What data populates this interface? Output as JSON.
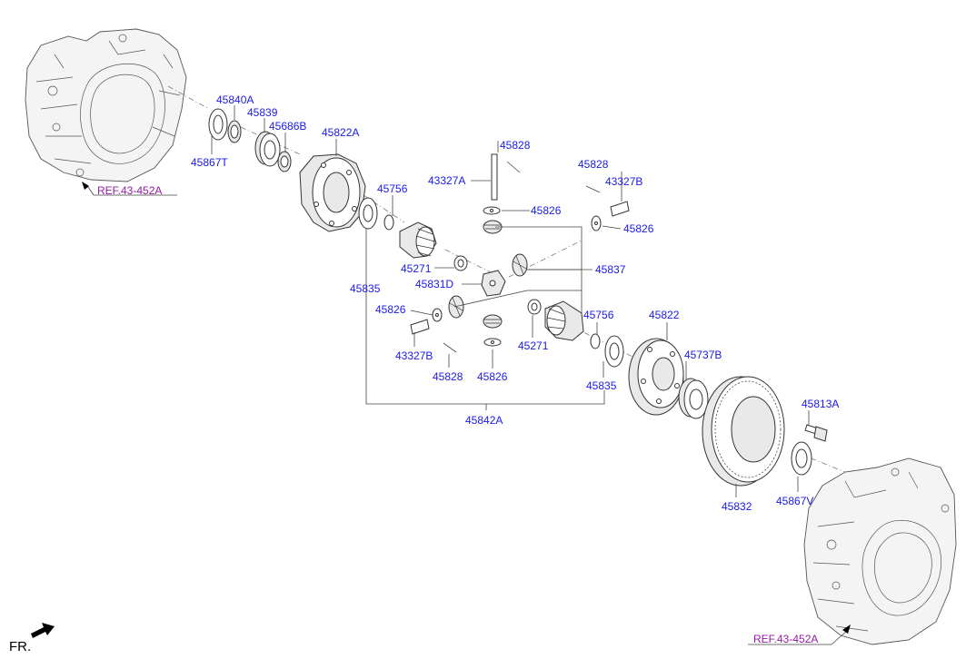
{
  "labels": {
    "l45840A": "45840A",
    "l45839": "45839",
    "l45686B": "45686B",
    "l45822A": "45822A",
    "l45867T": "45867T",
    "l45756a": "45756",
    "l45835a": "45835",
    "l45828a": "45828",
    "l43327A": "43327A",
    "l45826a": "45826",
    "l45828b": "45828",
    "l43327Bb": "43327B",
    "l45826b": "45826",
    "l45837": "45837",
    "l45271a": "45271",
    "l45831D": "45831D",
    "l45826c": "45826",
    "l43327Ba": "43327B",
    "l45828c": "45828",
    "l45826d": "45826",
    "l45271b": "45271",
    "l45756b": "45756",
    "l45835b": "45835",
    "l45842A": "45842A",
    "l45822": "45822",
    "l45737B": "45737B",
    "l45813A": "45813A",
    "l45832": "45832",
    "l45867V": "45867V"
  },
  "refs": {
    "top": "REF.43-452A",
    "bottom": "REF.43-452A"
  },
  "direction": "FR.",
  "colors": {
    "part_label": "#1a1ae6",
    "ref_label": "#9a1aa8"
  }
}
